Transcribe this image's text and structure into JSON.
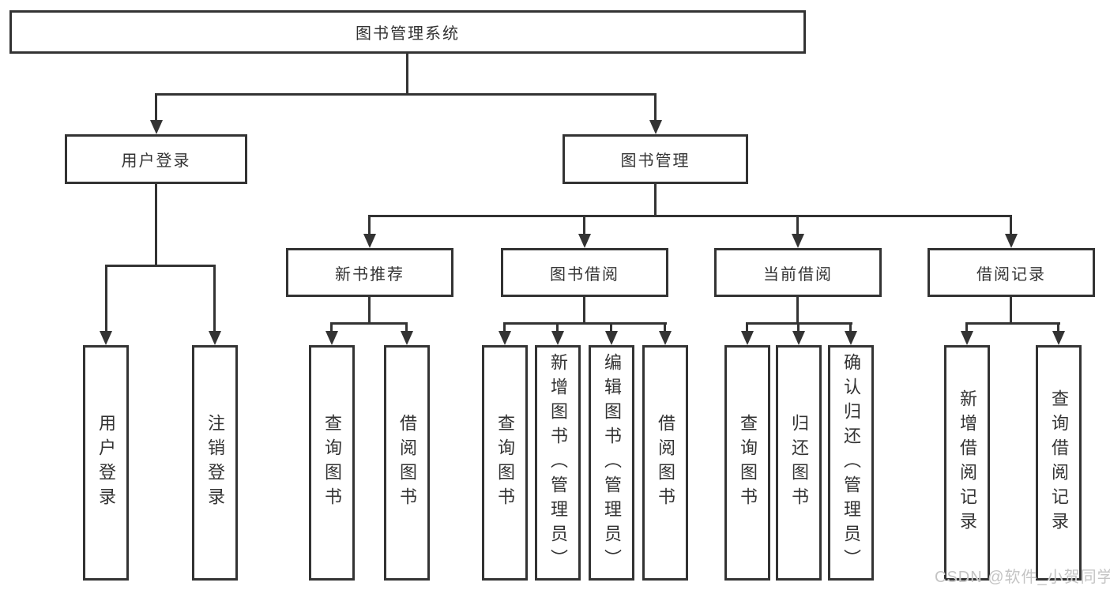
{
  "tree": {
    "root": {
      "label": "图书管理系统"
    },
    "level2": [
      {
        "label": "用户登录"
      },
      {
        "label": "图书管理"
      }
    ],
    "level3": [
      {
        "label": "新书推荐"
      },
      {
        "label": "图书借阅"
      },
      {
        "label": "当前借阅"
      },
      {
        "label": "借阅记录"
      }
    ],
    "leaves": {
      "user_login": [
        {
          "label": "用户登录"
        },
        {
          "label": "注销登录"
        }
      ],
      "new_book": [
        {
          "label": "查询图书"
        },
        {
          "label": "借阅图书"
        }
      ],
      "book_borrow": [
        {
          "label": "查询图书"
        },
        {
          "label": "新增图书（管理员）"
        },
        {
          "label": "编辑图书（管理员）"
        },
        {
          "label": "借阅图书"
        }
      ],
      "current_borrow": [
        {
          "label": "查询图书"
        },
        {
          "label": "归还图书"
        },
        {
          "label": "确认归还（管理员）"
        }
      ],
      "records": [
        {
          "label": "新增借阅记录"
        },
        {
          "label": "查询借阅记录"
        }
      ]
    }
  },
  "watermark": {
    "text": "CSDN @软件_小贺同学"
  },
  "colors": {
    "line": "#333333",
    "text": "#333333",
    "background": "#ffffff",
    "watermark": "#c4c4c4"
  }
}
